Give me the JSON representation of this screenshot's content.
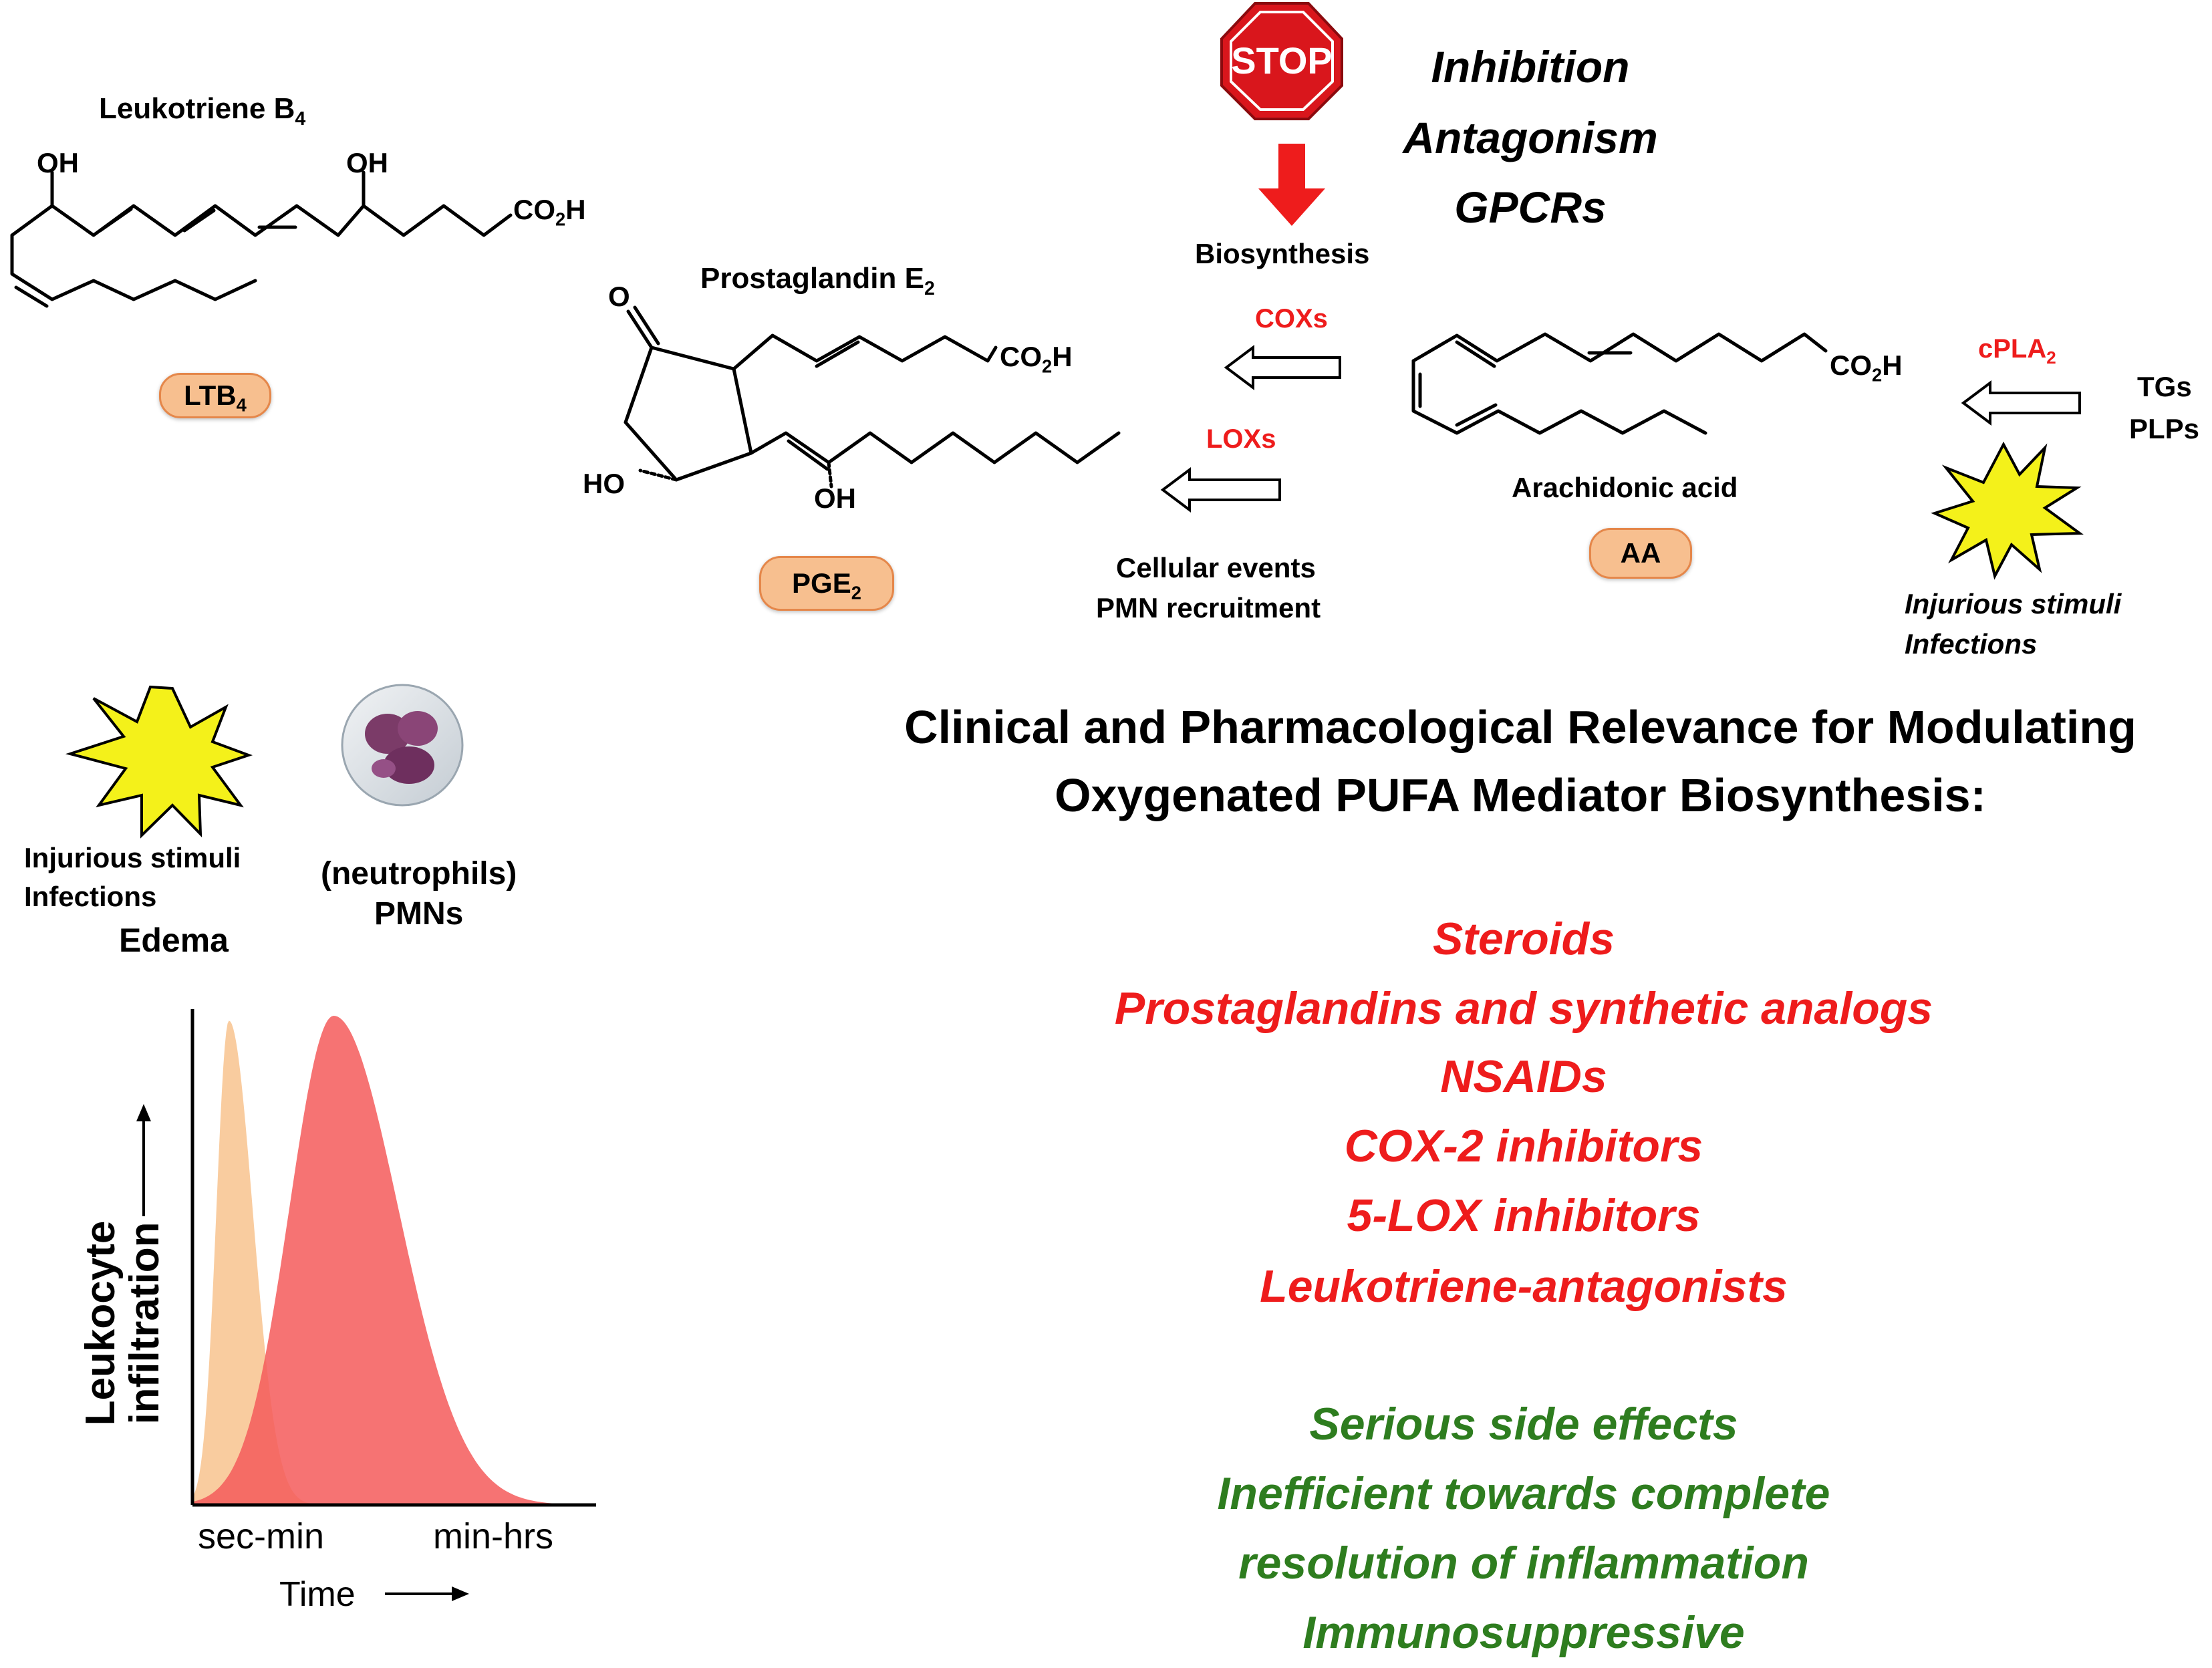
{
  "ltb4": {
    "title": "Leukotriene B",
    "title_sub": "4",
    "oh1": "OH",
    "oh2": "OH",
    "co2h": "CO",
    "co2h_sub": "2",
    "co2h_tail": "H",
    "pill": "LTB",
    "pill_sub": "4"
  },
  "pge2": {
    "title": "Prostaglandin E",
    "title_sub": "2",
    "o": "O",
    "co2h": "CO",
    "co2h_sub": "2",
    "co2h_tail": "H",
    "ho": "HO",
    "oh": "OH",
    "pill": "PGE",
    "pill_sub": "2"
  },
  "aa": {
    "co2h": "CO",
    "co2h_sub": "2",
    "co2h_tail": "H",
    "name": "Arachidonic acid",
    "pill": "AA"
  },
  "stop": {
    "sign_text": "STOP",
    "arrow_label": "Biosynthesis",
    "lines": [
      "Inhibition",
      "Antagonism",
      "GPCRs"
    ]
  },
  "enzymes": {
    "cox": "COXs",
    "lox": "LOXs",
    "cpla2": "cPLA",
    "cpla2_sub": "2"
  },
  "sources": {
    "tgs": "TGs",
    "plps": "PLPs",
    "injury_lines": [
      "Injurious stimuli",
      "Infections"
    ]
  },
  "cellular": {
    "lines": [
      "Cellular events",
      "PMN recruitment"
    ]
  },
  "left_panel": {
    "injury_lines": [
      "Injurious stimuli",
      "Infections"
    ],
    "edema": "Edema",
    "neutrophil_lines": [
      "(neutrophils)",
      "PMNs"
    ]
  },
  "chart_data": {
    "type": "area",
    "ylabel_lines": [
      "Leukocyte",
      "infiltration"
    ],
    "xlabel": "Time",
    "x_ticks": [
      "sec-min",
      "min-hrs"
    ],
    "series": [
      {
        "label": "Edema",
        "color": "#f9c99a"
      },
      {
        "label": "PMNs",
        "color": "#f45b5b"
      }
    ]
  },
  "relevance": {
    "heading_lines": [
      "Clinical and Pharmacological Relevance for Modulating",
      "Oxygenated PUFA Mediator Biosynthesis:"
    ],
    "drugs": [
      "Steroids",
      "Prostaglandins and synthetic analogs",
      "NSAIDs",
      "COX-2 inhibitors",
      "5-LOX inhibitors",
      "Leukotriene-antagonists"
    ],
    "limitations": [
      "Serious side effects",
      "Inefficient towards complete",
      "resolution of inflammation",
      "Immunosuppressive"
    ]
  },
  "colors": {
    "red": "#ee1c1c",
    "green": "#2e7d1f",
    "pill": "#f7bf8f",
    "edema_fill": "#f9c99a",
    "pmn_fill": "#f45b5b",
    "starburst": "#f4f11a"
  }
}
